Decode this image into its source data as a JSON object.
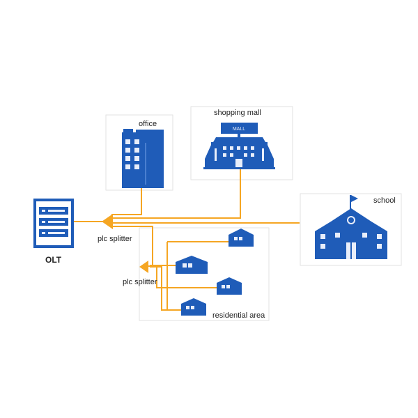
{
  "nodes": {
    "olt": "OLT",
    "office": "office",
    "mall": "shopping mall",
    "mall_sign": "MALL",
    "school": "school",
    "residential": "residential area",
    "splitter_main": "plc splitter",
    "splitter_res": "plc splitter"
  },
  "colors": {
    "building_blue": "#1f5cb8",
    "window_light": "#e8eefa",
    "fiber_orange": "#f5a623",
    "panel_border": "#e2e2e2"
  },
  "icons": {
    "olt": "server-rack-icon",
    "office": "office-building-icon",
    "mall": "shopping-mall-icon",
    "school": "school-building-icon",
    "house": "house-icon"
  }
}
